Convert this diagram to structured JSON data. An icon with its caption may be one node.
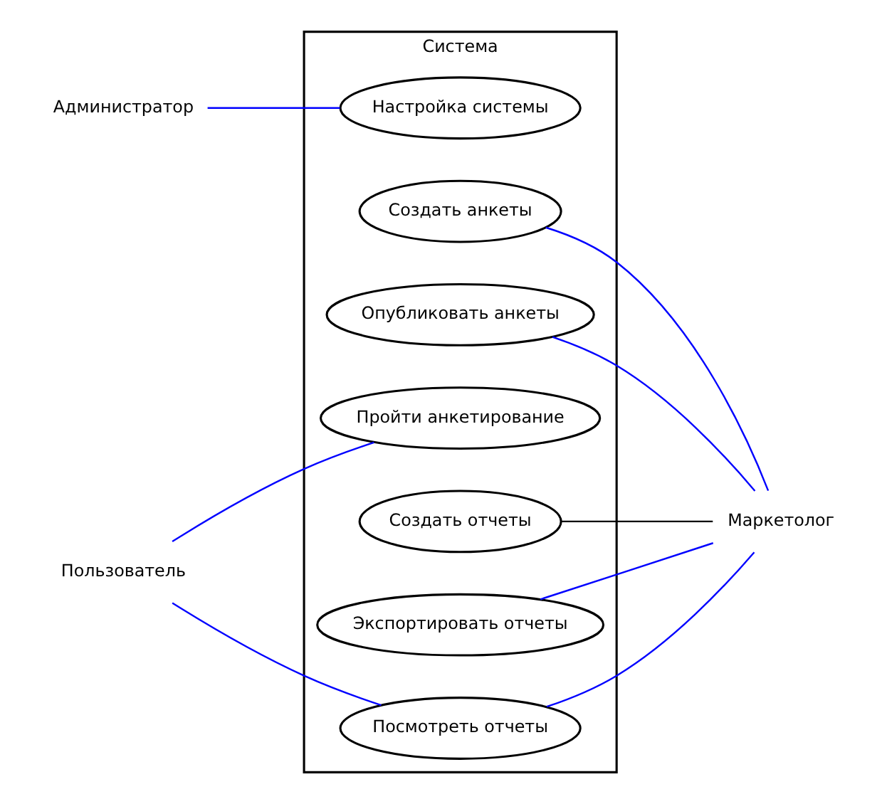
{
  "diagram": {
    "nodes": [
      {
        "text": [
          "Система"
        ]
      },
      {
        "text": [
          "Настройка системы"
        ],
        "in": 0
      },
      {
        "text": [
          "Создать анкеты"
        ],
        "in": 0
      },
      {
        "text": [
          "Опубликовать анкеты"
        ],
        "in": 0
      },
      {
        "text": [
          "Пройти анкетирование"
        ],
        "in": 0
      },
      {
        "text": [
          "Создать отчеты"
        ],
        "in": 0
      },
      {
        "text": [
          "Экспортировать отчеты"
        ],
        "in": 0
      },
      {
        "text": [
          "Посмотреть отчеты"
        ],
        "in": 0
      },
      {
        "text": [
          "Администратор"
        ]
      },
      {
        "text": [
          "Пользователь"
        ]
      },
      {
        "text": [
          "Маркетолог"
        ]
      }
    ],
    "edges": [
      {
        "from": 8,
        "to": 1,
        "arrow": "none"
      },
      {
        "from": 2,
        "to": 10,
        "arrow": "none"
      },
      {
        "from": 3,
        "to": 10,
        "arrow": "none"
      },
      {
        "from": 5,
        "to": 10,
        "arrow": "none",
        "color": "#000000"
      },
      {
        "from": 9,
        "to": 4,
        "arrow": "none"
      },
      {
        "from": 6,
        "to": 10,
        "arrow": "none"
      },
      {
        "from": 9,
        "to": 7,
        "arrow": "none"
      },
      {
        "from": 7,
        "to": 10,
        "arrow": "none"
      }
    ]
  }
}
